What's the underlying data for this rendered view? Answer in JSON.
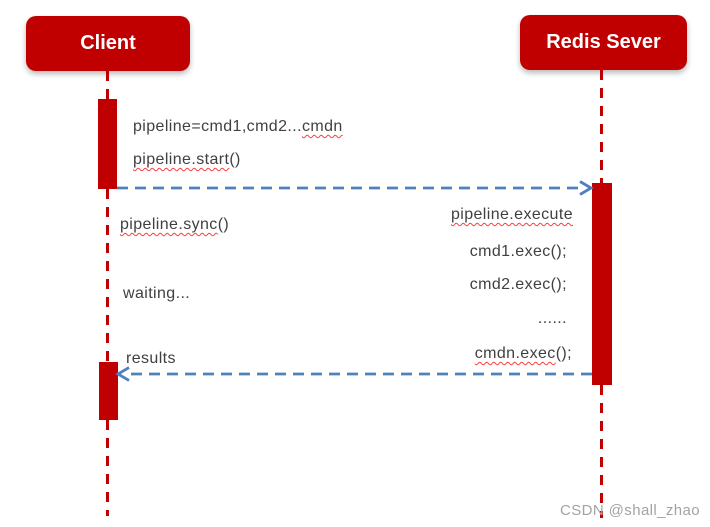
{
  "actors": {
    "client": "Client",
    "server": "Redis Sever"
  },
  "labels": {
    "pipeline_def": {
      "pre": "pipeline=cmd1,cmd2...",
      "typo": "cmdn"
    },
    "pipeline_start": {
      "typo": "pipeline.start",
      "post": "()"
    },
    "pipeline_sync": {
      "typo": "pipeline.sync",
      "post": "()"
    },
    "waiting": "waiting...",
    "results": "results",
    "pipeline_execute": {
      "typo": "pipeline.execute"
    },
    "cmd1_exec": "cmd1.exec();",
    "cmd2_exec": "cmd2.exec();",
    "ellipsis": "......",
    "cmdn_exec": {
      "typo": "cmdn.exec",
      "post": "();"
    }
  },
  "colors": {
    "actor_red": "#c00000",
    "arrow_blue": "#4f81bd",
    "label_text": "#404040",
    "squiggle_red": "#ff3b3b",
    "watermark_gray": "#a3a3a3"
  },
  "watermark": "CSDN @shall_zhao"
}
